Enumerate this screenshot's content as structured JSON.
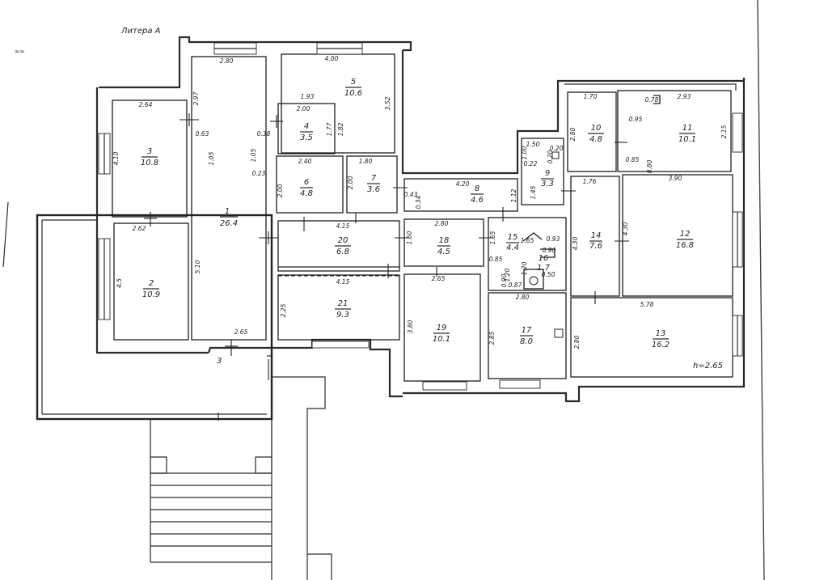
{
  "drawing": {
    "title": "Литера А",
    "height_note": "h=2.65",
    "entrance_mark": "3"
  },
  "rooms": [
    {
      "id": "1",
      "number": "1",
      "area": "26.4"
    },
    {
      "id": "2",
      "number": "2",
      "area": "10.9"
    },
    {
      "id": "3",
      "number": "3",
      "area": "10.8"
    },
    {
      "id": "4",
      "number": "4",
      "area": "3.5"
    },
    {
      "id": "5",
      "number": "5",
      "area": "10.6"
    },
    {
      "id": "6",
      "number": "6",
      "area": "4.8"
    },
    {
      "id": "7",
      "number": "7",
      "area": "3.6"
    },
    {
      "id": "8",
      "number": "8",
      "area": "4.6"
    },
    {
      "id": "9",
      "number": "9",
      "area": "3.3"
    },
    {
      "id": "10",
      "number": "10",
      "area": "4.8"
    },
    {
      "id": "11",
      "number": "11",
      "area": "10.1"
    },
    {
      "id": "12",
      "number": "12",
      "area": "16.8"
    },
    {
      "id": "13",
      "number": "13",
      "area": "16.2"
    },
    {
      "id": "14",
      "number": "14",
      "area": "7.6"
    },
    {
      "id": "15",
      "number": "15",
      "area": "4.4"
    },
    {
      "id": "16",
      "number": "16",
      "area": "1.7"
    },
    {
      "id": "17",
      "number": "17",
      "area": "8.0"
    },
    {
      "id": "18",
      "number": "18",
      "area": "4.5"
    },
    {
      "id": "19",
      "number": "19",
      "area": "10.1"
    },
    {
      "id": "20",
      "number": "20",
      "area": "6.8"
    },
    {
      "id": "21",
      "number": "21",
      "area": "9.3"
    }
  ],
  "dimensions": [
    "2.80",
    "4.00",
    "3.52",
    "1.93",
    "2.00",
    "1.77",
    "1.82",
    "2.64",
    "2.97",
    "0.63",
    "0.38",
    "1.05",
    "1.05",
    "0.23",
    "4.10",
    "2.40",
    "1.80",
    "2.00",
    "2.00",
    "4.20",
    "0.43",
    "0.34",
    "1.12",
    "1.50",
    "0.20",
    "0.22",
    "1.00",
    "0.20",
    "1.45",
    "1.70",
    "2.80",
    "0.78",
    "2.93",
    "0.95",
    "2.15",
    "0.85",
    "0.80",
    "1.76",
    "3.90",
    "4.30",
    "4.30",
    "2.62",
    "4.15",
    "2.80",
    "1.60",
    "1.65",
    "0.85",
    "0.93",
    "1.65",
    "0.90",
    "1.20",
    "1.20",
    "0.90",
    "0.87",
    "0.50",
    "4.15",
    "2.65",
    "2.80",
    "5.78",
    "4.5",
    "5.10",
    "2.25",
    "3.80",
    "2.85",
    "2.80",
    "2.65"
  ]
}
